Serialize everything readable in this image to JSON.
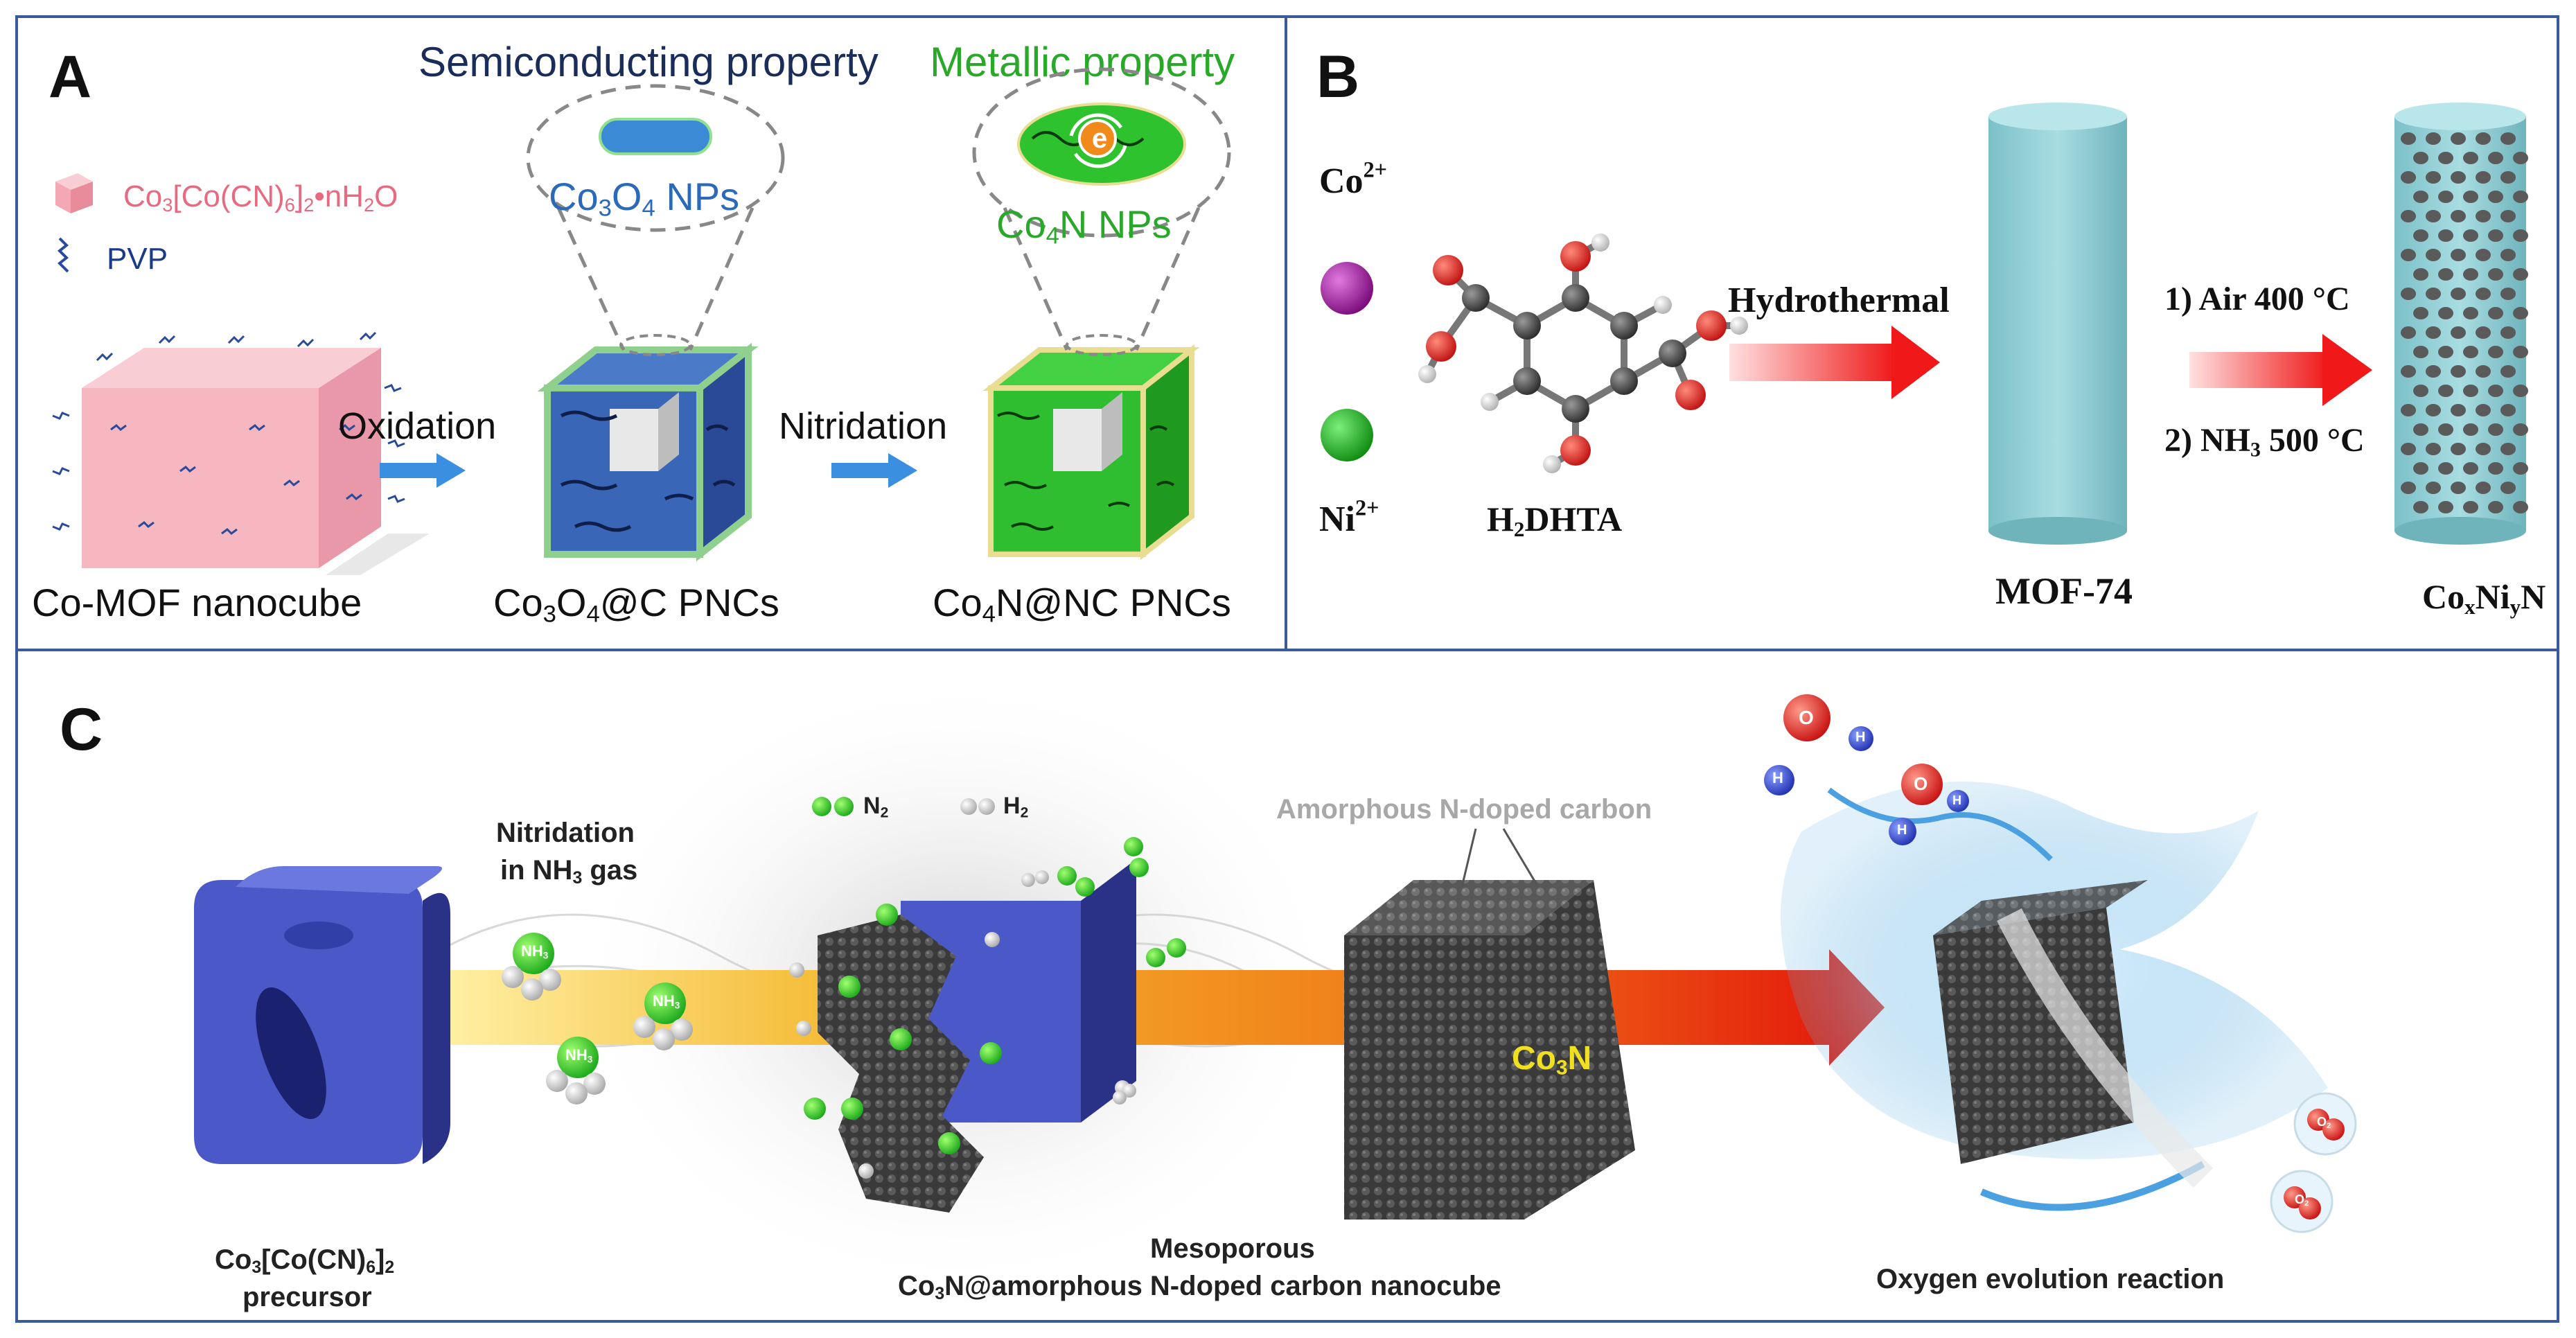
{
  "panel_a": {
    "letter": "A",
    "semiconducting": "Semiconducting property",
    "metallic": "Metallic property",
    "legend_precursor": {
      "base": "Co",
      "s1": "3",
      "mid1": "[Co(CN)",
      "s2": "6",
      "mid2": "]",
      "s3": "2",
      "tail": "•nH",
      "s4": "2",
      "end": "O"
    },
    "legend_pvp": "PVP",
    "co3o4_nps": {
      "a": "Co",
      "s1": "3",
      "b": "O",
      "s2": "4",
      "c": " NPs"
    },
    "co4n_nps": {
      "a": "Co",
      "s1": "4",
      "c": "N NPs"
    },
    "electron": "e",
    "oxidation": "Oxidation",
    "nitridation": "Nitridation",
    "label_mof": "Co-MOF nanocube",
    "label_co3o4c": {
      "a": "Co",
      "s1": "3",
      "b": "O",
      "s2": "4",
      "c": "@C PNCs"
    },
    "label_co4nnc": {
      "a": "Co",
      "s1": "4",
      "c": "N@NC PNCs"
    }
  },
  "panel_b": {
    "letter": "B",
    "co": {
      "a": "Co",
      "sup": "2+"
    },
    "ni": {
      "a": "Ni",
      "sup": "2+"
    },
    "ligand": {
      "a": "H",
      "s1": "2",
      "b": "DHTA"
    },
    "hydrothermal": "Hydrothermal",
    "step1": "1) Air 400 °C",
    "step2": {
      "a": "2) NH",
      "s1": "3",
      "b": " 500 °C"
    },
    "mof74": "MOF-74",
    "product": {
      "a": "Co",
      "s1": "x",
      "b": "Ni",
      "s2": "y",
      "c": "N"
    }
  },
  "panel_c": {
    "letter": "C",
    "nitridation_line1": "Nitridation",
    "nitridation_line2": {
      "a": "in NH",
      "s1": "3",
      "b": " gas"
    },
    "n2": {
      "a": "N",
      "s1": "2"
    },
    "h2": {
      "a": "H",
      "s1": "2"
    },
    "amorphous": "Amorphous N-doped carbon",
    "co3n_cube": {
      "a": "Co",
      "s1": "3",
      "b": "N"
    },
    "nh3": {
      "a": "NH",
      "s1": "3"
    },
    "o": "O",
    "h": "H",
    "precursor_line1": {
      "a": "Co",
      "s1": "3",
      "b": "[Co(CN)",
      "s2": "6",
      "c": "]",
      "s3": "2"
    },
    "precursor_line2": "precursor",
    "mesoporous_line1": "Mesoporous",
    "mesoporous_line2": {
      "a": "Co",
      "s1": "3",
      "b": "N@amorphous N-doped carbon nanocube"
    },
    "oer": "Oxygen evolution reaction",
    "o2": {
      "a": "O",
      "s1": "2"
    }
  },
  "colors": {
    "frame": "#3a5a9a",
    "navy_text": "#1a2d5a",
    "green_text": "#29a829",
    "blue_text": "#2a6ab8",
    "pink": "#f4a7b4",
    "cobalt_blue": "#4a58b8",
    "carbon_dark": "#3a3a3a",
    "red_arrow": "#e82020",
    "cylinder": "#8fcfd6"
  }
}
